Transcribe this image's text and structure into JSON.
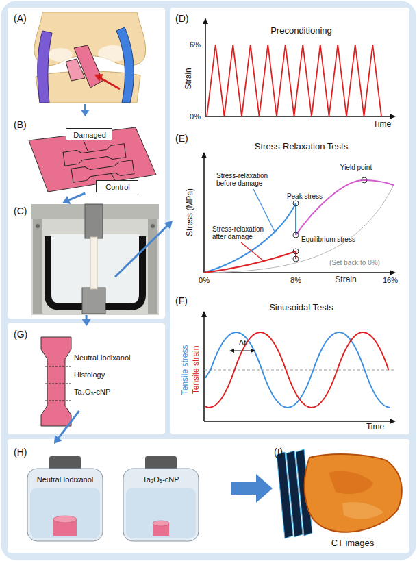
{
  "diagram": {
    "nodes": [
      {
        "text": [
          "(A)"
        ]
      },
      {
        "text": [
          "(B)"
        ]
      },
      {
        "text": [
          "Damaged"
        ],
        "in": 1
      },
      {
        "text": [
          "Control"
        ],
        "in": 1
      },
      {
        "text": [
          "(C)"
        ]
      },
      {
        "text": [
          "(D)",
          "Preconditioning"
        ]
      },
      {
        "text": [
          "(E)",
          "Stress-Relaxation Tests"
        ]
      },
      {
        "text": [
          "(F)",
          "Sinusoidal Tests"
        ]
      },
      {
        "text": [
          "(G)"
        ]
      },
      {
        "text": [
          "(H)"
        ]
      },
      {
        "text": [
          "Neutral Iodixanol"
        ],
        "in": 9
      },
      {
        "text": [
          "Ta₂O₅-cNP"
        ],
        "in": 9
      },
      {
        "text": [
          "(I)",
          "CT images"
        ]
      }
    ],
    "edges": [
      {
        "from": 0,
        "to": 1,
        "arrow": "to"
      },
      {
        "from": 1,
        "to": 4,
        "arrow": "to"
      },
      {
        "from": 4,
        "to": 6,
        "arrow": "to"
      },
      {
        "from": 4,
        "to": 8,
        "arrow": "to"
      },
      {
        "from": 8,
        "to": 9,
        "arrow": "to"
      },
      {
        "from": 9,
        "to": 12,
        "arrow": "to"
      }
    ],
    "labels": [
      "6%",
      "0%",
      "Strain",
      "Time",
      "Stress (MPa)",
      "0%",
      "8%",
      "16%",
      "Strain",
      "Stress-relaxation before damage",
      "Peak stress",
      "Yield point",
      "Stress-relaxation after damage",
      "Equilibrium stress",
      "(Set back to 0%)",
      "Tensile stress",
      "Tensite strain",
      "Δt",
      "Time",
      "Neutral Iodixanol",
      "Histology",
      "Ta₂O₅-cNP"
    ]
  }
}
